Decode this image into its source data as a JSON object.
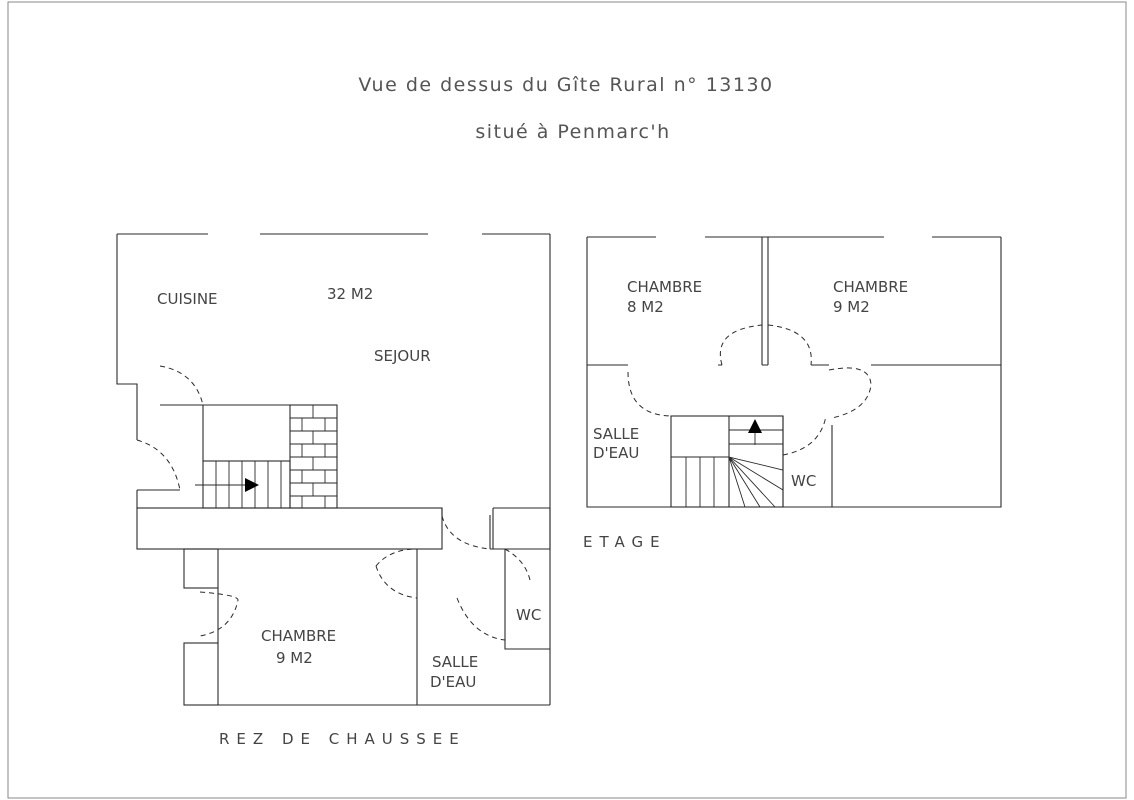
{
  "title": {
    "line1": "Vue de dessus du Gîte Rural n° 13130",
    "line2": "situé à Penmarc'h"
  },
  "ground_floor": {
    "caption": "REZ DE CHAUSSEE",
    "rooms": {
      "cuisine": "CUISINE",
      "sejour_area": "32 M2",
      "sejour": "SEJOUR",
      "chambre": "CHAMBRE",
      "chambre_area": "9 M2",
      "salle_eau_1": "SALLE",
      "salle_eau_2": "D'EAU",
      "wc": "WC"
    }
  },
  "upper_floor": {
    "caption": "ETAGE",
    "rooms": {
      "chambre_a": "CHAMBRE",
      "chambre_a_area": "8 M2",
      "chambre_b": "CHAMBRE",
      "chambre_b_area": "9 M2",
      "salle_eau_1": "SALLE",
      "salle_eau_2": "D'EAU",
      "wc": "WC"
    }
  }
}
